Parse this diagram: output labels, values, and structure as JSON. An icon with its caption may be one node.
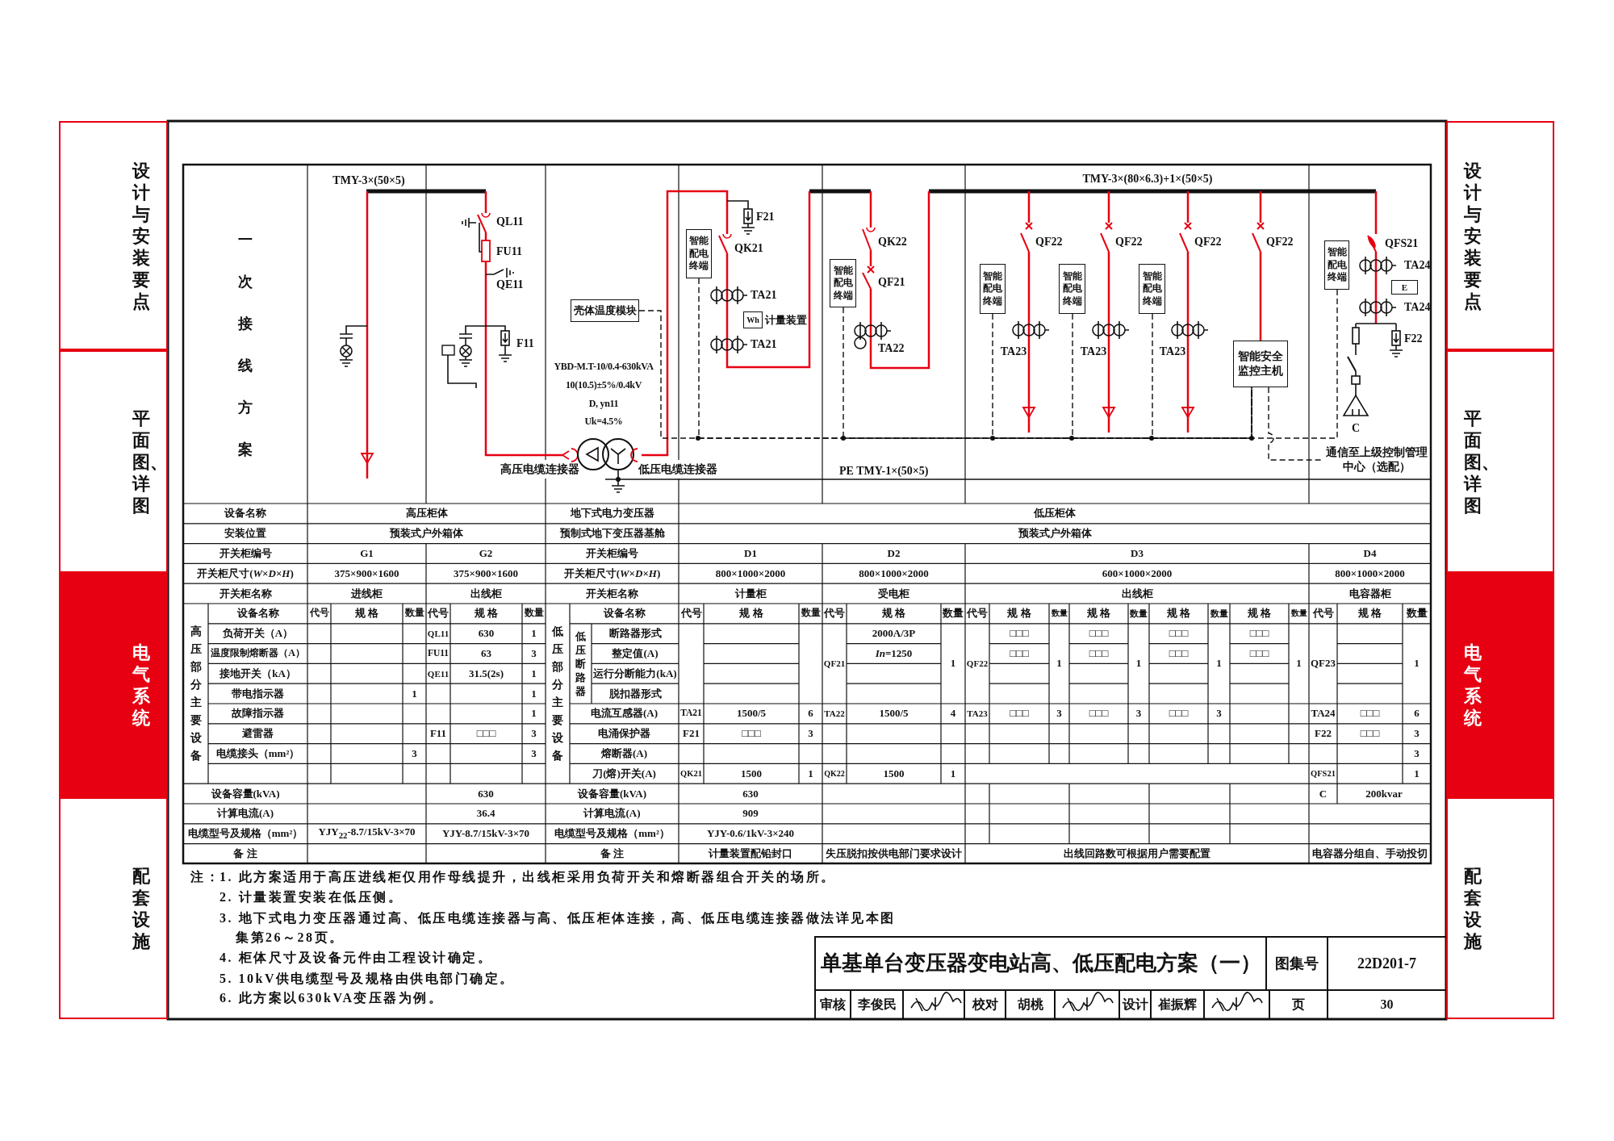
{
  "diagram": {
    "title": "单基单台变压器变电站高、低压配电方案（一）",
    "nodes": [
      {
        "text": [
          "设计与安装要点"
        ]
      },
      {
        "text": [
          "平面图、详图"
        ]
      },
      {
        "text": [
          "电气系统"
        ]
      },
      {
        "text": [
          "配套设施"
        ]
      },
      {
        "text": [
          "设计与安装要点"
        ]
      },
      {
        "text": [
          "平面图、详图"
        ]
      },
      {
        "text": [
          "电气系统"
        ]
      },
      {
        "text": [
          "配套设施"
        ]
      },
      {
        "text": [
          "壳体温度模块"
        ]
      },
      {
        "text": [
          "智能配电终端"
        ]
      },
      {
        "text": [
          "Wh"
        ],
        "beside": [
          "计量装置"
        ]
      },
      {
        "text": [
          "智能配电终端"
        ]
      },
      {
        "text": [
          "智能配电终端"
        ]
      },
      {
        "text": [
          "智能配电终端"
        ]
      },
      {
        "text": [
          "智能配电终端"
        ]
      },
      {
        "text": [
          "智能安全监控主机"
        ]
      },
      {
        "text": [
          "智能配电终端"
        ]
      },
      {
        "text": [
          "E"
        ]
      },
      {
        "text": [
          "通信至上级控制管理中心（选配）"
        ]
      }
    ],
    "edges": [
      {
        "from": 8,
        "to": 15,
        "arrow": "none",
        "style": "dashed"
      },
      {
        "from": 9,
        "to": 15,
        "arrow": "none",
        "style": "dashed"
      },
      {
        "from": 11,
        "to": 15,
        "arrow": "none",
        "style": "dashed"
      },
      {
        "from": 12,
        "to": 15,
        "arrow": "none",
        "style": "dashed"
      },
      {
        "from": 13,
        "to": 15,
        "arrow": "none",
        "style": "dashed"
      },
      {
        "from": 14,
        "to": 15,
        "arrow": "none",
        "style": "dashed"
      },
      {
        "from": 16,
        "to": 15,
        "arrow": "none",
        "style": "dashed"
      },
      {
        "from": 15,
        "to": 18,
        "arrow": "none",
        "style": "dashed"
      }
    ],
    "labels": [
      "一次接线方案",
      "TMY-3×(50×5)",
      "QL11",
      "FU11",
      "QE11",
      "F11",
      "F21",
      "QK21",
      "TA21",
      "TA21",
      "YBD-M.T-10/0.4-630kVA",
      "10(10.5)±5%/0.4kV",
      "D, yn11",
      "Uk=4.5%",
      "高压电缆连接器",
      "低压电缆连接器",
      "TMY-3×(80×6.3)+1×(50×5)",
      "QK22",
      "QF21",
      "TA22",
      "QF22",
      "QF22",
      "QF22",
      "QF22",
      "TA23",
      "TA23",
      "TA23",
      "QFS21",
      "TA24",
      "TA24",
      "F22",
      "C",
      "PE TMY-1×(50×5)",
      "设备名称",
      "高压柜体",
      "地下式电力变压器",
      "低压柜体",
      "安装位置",
      "预装式户外箱体",
      "预制式地下变压器基舱",
      "预装式户外箱体",
      "开关柜编号",
      "G1",
      "G2",
      "开关柜编号",
      "D1",
      "D2",
      "D3",
      "D4",
      "开关柜尺寸(*W*×*D*×*H*)",
      "375×900×1600",
      "375×900×1600",
      "开关柜尺寸(*W*×*D*×*H*)",
      "800×1000×2000",
      "800×1000×2000",
      "600×1000×2000",
      "800×1000×2000",
      "开关柜名称",
      "进线柜",
      "出线柜",
      "开关柜名称",
      "计量柜",
      "受电柜",
      "出线柜",
      "电容器柜",
      "高压部分主要设备",
      "设备名称",
      "代号",
      "规 格",
      "数量",
      "代号",
      "规 格",
      "数量",
      "低压部分主要设备",
      "设备名称",
      "代号",
      "规 格",
      "数量",
      "代号",
      "规 格",
      "数量",
      "代号",
      "规 格",
      "数量",
      "规 格",
      "数量",
      "规 格",
      "数量",
      "规 格",
      "数量",
      "代号",
      "规 格",
      "数量",
      "负荷开关（A）",
      "QL11",
      "630",
      "1",
      "低压断路器",
      "断路器形式",
      "QF21",
      "2000A/3P",
      "1",
      "QF22",
      "□□□",
      "1",
      "□□□",
      "1",
      "□□□",
      "1",
      "□□□",
      "1",
      "QF23",
      "1",
      "温度限制熔断器（A）",
      "FU11",
      "63",
      "3",
      "整定值(A)",
      "*In*=1250",
      "□□□",
      "□□□",
      "□□□",
      "□□□",
      "接地开关（kA）",
      "QE11",
      "31.5(2s)",
      "1",
      "运行分断能力(kA)",
      "带电指示器",
      "1",
      "1",
      "脱扣器形式",
      "故障指示器",
      "1",
      "电流互感器(A)",
      "TA21",
      "1500/5",
      "6",
      "TA22",
      "1500/5",
      "4",
      "TA23",
      "□□□",
      "3",
      "□□□",
      "3",
      "□□□",
      "3",
      "TA24",
      "□□□",
      "6",
      "避雷器",
      "F11",
      "□□□",
      "3",
      "电涌保护器",
      "F21",
      "□□□",
      "3",
      "F22",
      "□□□",
      "3",
      "电缆接头（mm²）",
      "3",
      "3",
      "熔断器(A)",
      "3",
      "刀(熔)开关(A)",
      "QK21",
      "1500",
      "1",
      "QK22",
      "1500",
      "1",
      "QFS21",
      "1",
      "设备容量(kVA)",
      "630",
      "设备容量(kVA)",
      "630",
      "C",
      "200kvar",
      "计算电流(A)",
      "36.4",
      "计算电流(A)",
      "909",
      "电缆型号及规格（mm²）",
      "YJY$_{22}$-8.7/15kV-3×70",
      "YJY-8.7/15kV-3×70",
      "电缆型号及规格（mm²）",
      "YJY-0.6/1kV-3×240",
      "备 注",
      "备 注",
      "计量装置配铅封口",
      "失压脱扣按供电部门要求设计",
      "出线回路数可根据用户需要配置",
      "电容器分组自、手动投切",
      "注：",
      "1. 此方案适用于高压进线柜仅用作母线提升，出线柜采用负荷开关和熔断器组合开关的场所。",
      "2. 计量装置安装在低压侧。",
      "3. 地下式电力变压器通过高、低压电缆连接器与高、低压柜体连接，高、低压电缆连接器做法详见本图集第26～28页。",
      "4. 柜体尺寸及设备元件由工程设计确定。",
      "5. 10kV供电缆型号及规格由供电部门确定。",
      "6. 此方案以630kVA变压器为例。",
      "图集号",
      "22D201-7",
      "审核",
      "李俊民",
      "校对",
      "胡桃",
      "设计",
      "崔振辉",
      "页",
      "30"
    ]
  }
}
